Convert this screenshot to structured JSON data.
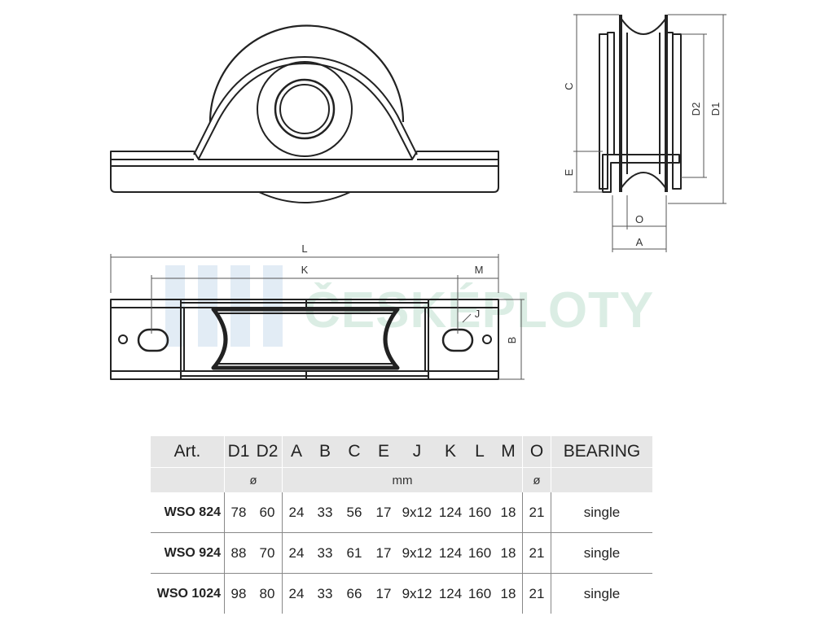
{
  "drawing": {
    "dims": {
      "L": "L",
      "K": "K",
      "M": "M",
      "J": "J",
      "B": "B",
      "C": "C",
      "E": "E",
      "D1": "D1",
      "D2": "D2",
      "O": "O",
      "A": "A"
    }
  },
  "watermark": {
    "text": "ČESKÉPLOTY"
  },
  "table": {
    "headers": [
      "Art.",
      "D1",
      "D2",
      "A",
      "B",
      "C",
      "E",
      "J",
      "K",
      "L",
      "M",
      "O",
      "BEARING"
    ],
    "units": {
      "diameter1": "ø",
      "mm": "mm",
      "diameter2": "ø"
    },
    "rows": [
      {
        "art": "WSO 824",
        "d1": "78",
        "d2": "60",
        "a": "24",
        "b": "33",
        "c": "56",
        "e": "17",
        "j": "9x12",
        "k": "124",
        "l": "160",
        "m": "18",
        "o": "21",
        "bearing": "single"
      },
      {
        "art": "WSO 924",
        "d1": "88",
        "d2": "70",
        "a": "24",
        "b": "33",
        "c": "61",
        "e": "17",
        "j": "9x12",
        "k": "124",
        "l": "160",
        "m": "18",
        "o": "21",
        "bearing": "single"
      },
      {
        "art": "WSO 1024",
        "d1": "98",
        "d2": "80",
        "a": "24",
        "b": "33",
        "c": "66",
        "e": "17",
        "j": "9x12",
        "k": "124",
        "l": "160",
        "m": "18",
        "o": "21",
        "bearing": "single"
      }
    ]
  }
}
